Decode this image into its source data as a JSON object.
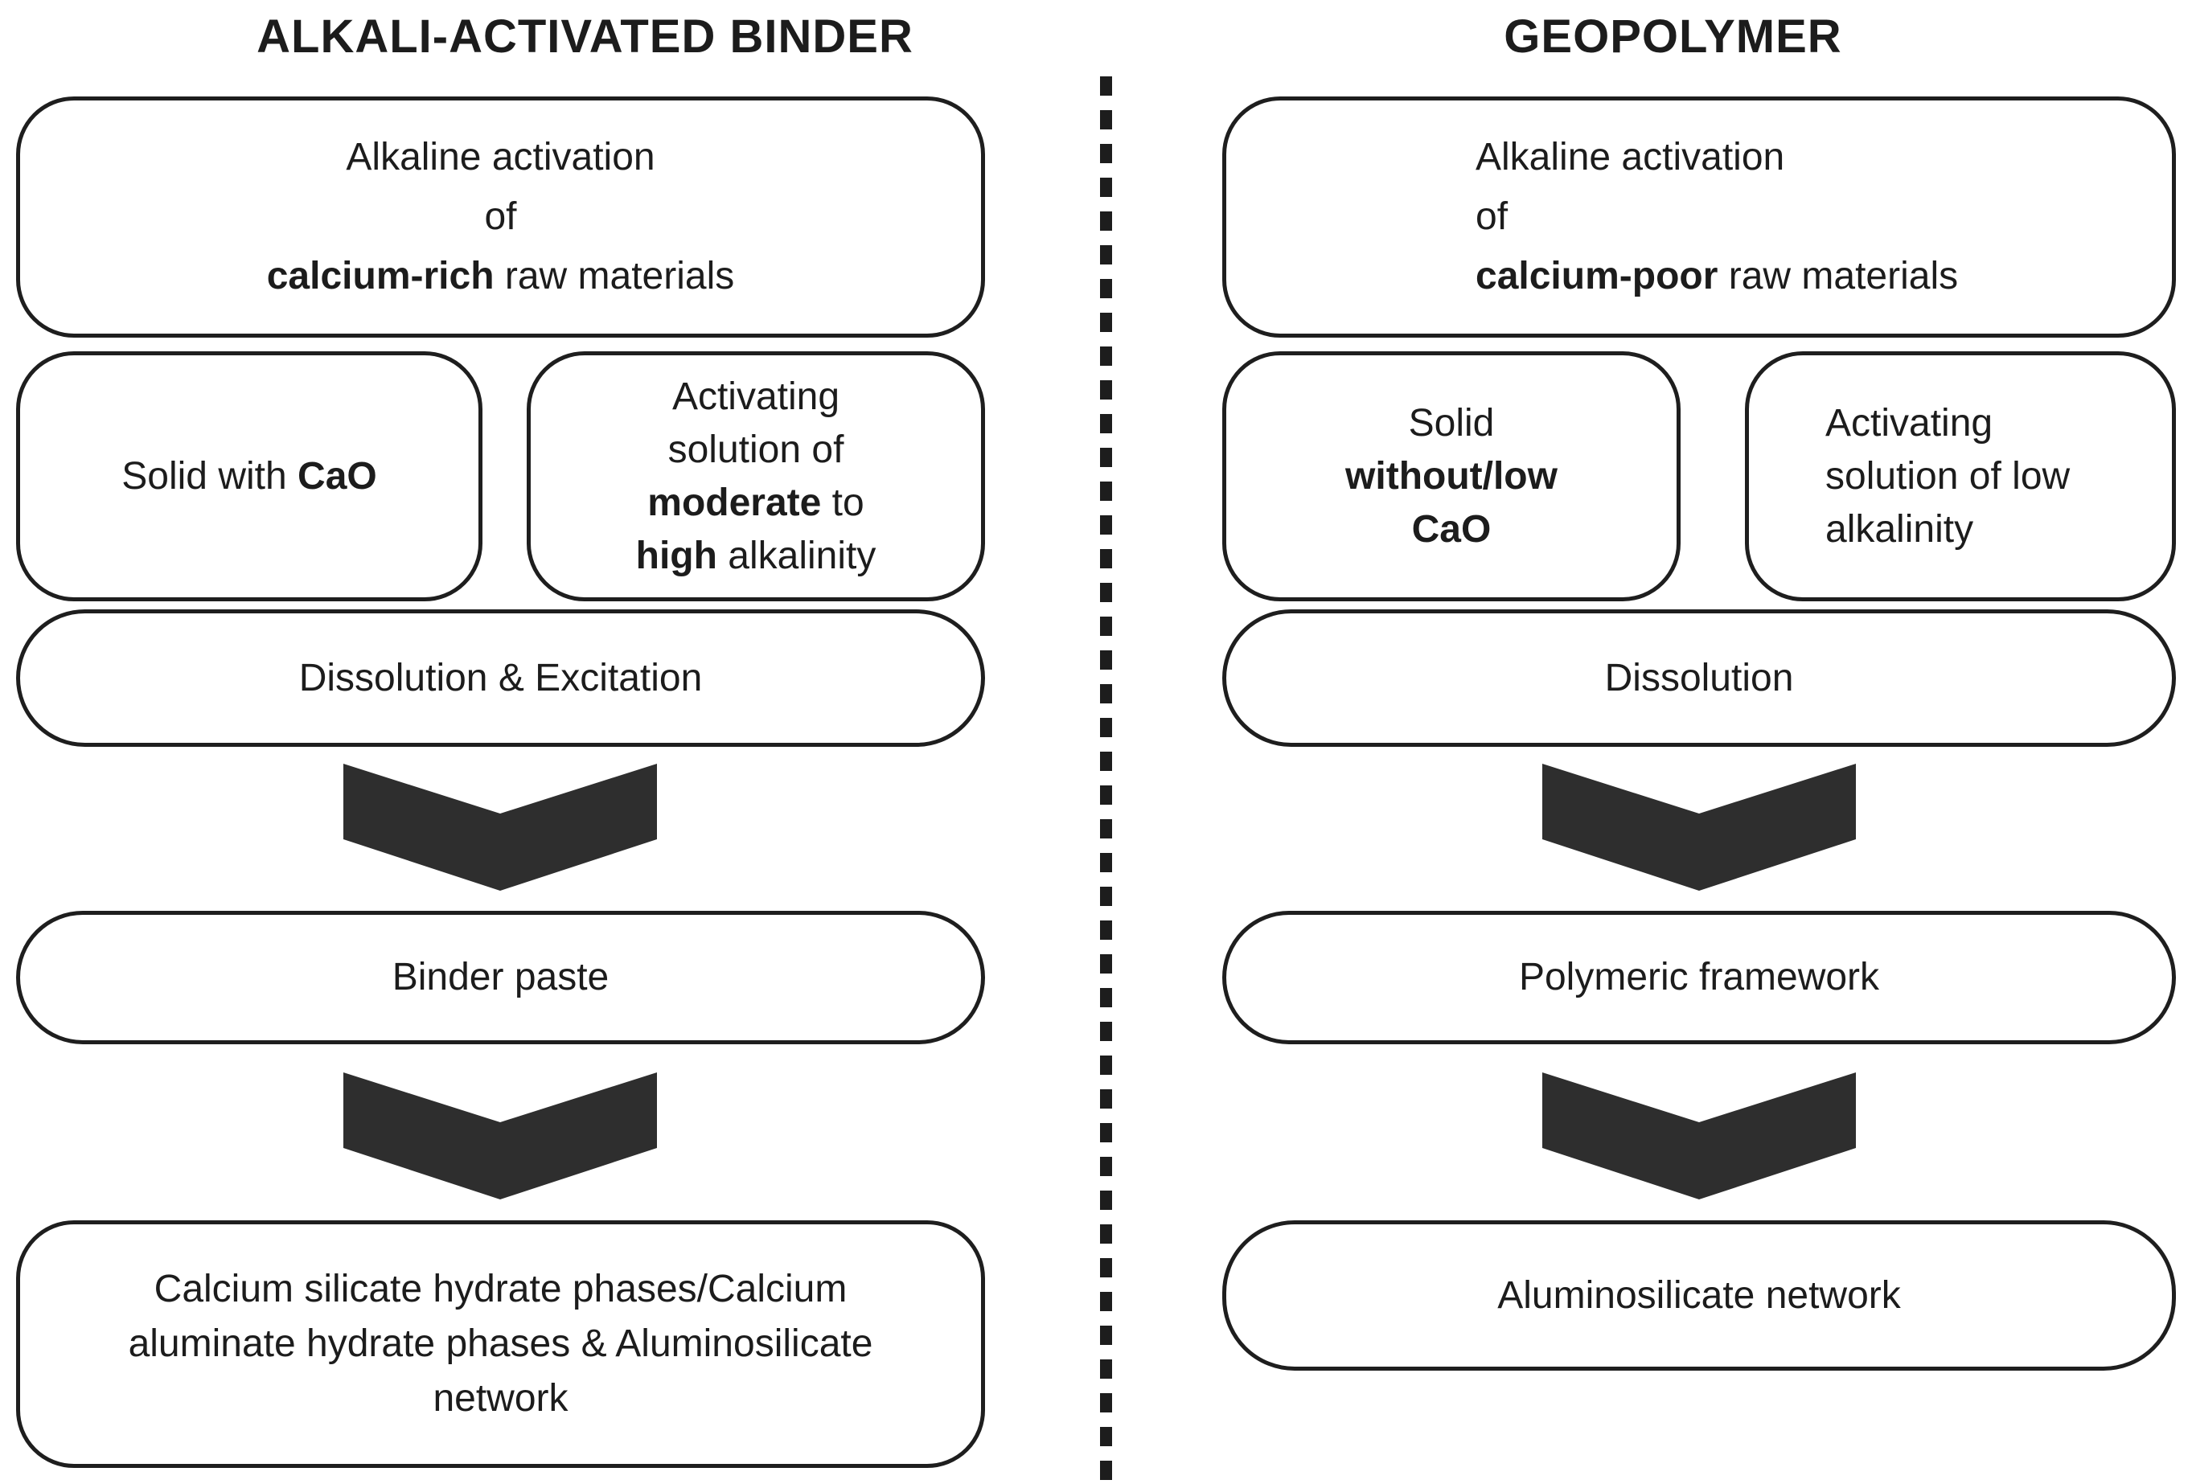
{
  "diagram": {
    "colors": {
      "background": "#ffffff",
      "border": "#1e1e1e",
      "text": "#1c1c1c",
      "chevron": "#2e2e2e"
    },
    "divider_style": "vertical dashed line",
    "left": {
      "title": "ALKALI-ACTIVATED BINDER",
      "alkaline_box": {
        "line1": "Alkaline activation",
        "line2": "of",
        "line3_bold": "calcium-rich",
        "line3_rest": " raw materials"
      },
      "solid_box": {
        "prefix": "Solid with ",
        "bold": "CaO"
      },
      "activating_box": {
        "line1": "Activating",
        "line2": "solution of",
        "line3_bold": "moderate",
        "line3_rest": " to",
        "line4_bold": "high",
        "line4_rest": " alkalinity"
      },
      "dissolution_box": "Dissolution & Excitation",
      "intermediate_box": "Binder paste",
      "final_box": {
        "line1": "Calcium silicate hydrate phases/Calcium",
        "line2": "aluminate hydrate phases & Aluminosilicate",
        "line3": "network"
      }
    },
    "right": {
      "title": "GEOPOLYMER",
      "alkaline_box": {
        "line1": "Alkaline activation",
        "line2": "of",
        "line3_bold": "calcium-poor",
        "line3_rest": " raw materials"
      },
      "solid_box": {
        "line1": "Solid",
        "line2_bold": "without/low",
        "line3_bold": "CaO"
      },
      "activating_box": {
        "line1": "Activating",
        "line2": "solution of low",
        "line3": "alkalinity"
      },
      "dissolution_box": "Dissolution",
      "intermediate_box": "Polymeric framework",
      "final_box": "Aluminosilicate network"
    }
  }
}
